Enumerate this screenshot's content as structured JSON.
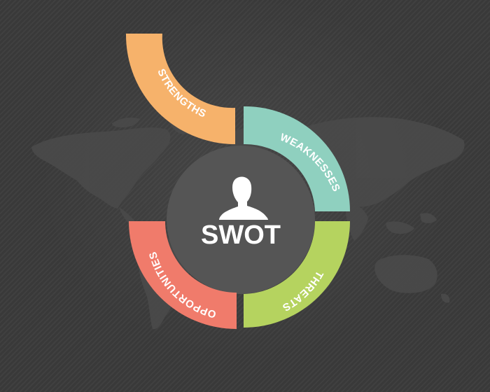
{
  "diagram": {
    "center_title": "SWOT",
    "center_icon": "person-silhouette-icon",
    "segments": [
      {
        "key": "strengths",
        "label": "STRENGTHS",
        "color": "#f6b26b"
      },
      {
        "key": "weaknesses",
        "label": "WEAKNESSES",
        "color": "#8fd0bf"
      },
      {
        "key": "threats",
        "label": "THREATS",
        "color": "#b5d35f"
      },
      {
        "key": "opportunities",
        "label": "OPPORTUNITIES",
        "color": "#f07b6b"
      }
    ],
    "colors": {
      "background": "#3b3b3b",
      "center_circle": "#555555",
      "map": "#4a4a4a"
    },
    "background_icon": "world-map-icon"
  }
}
